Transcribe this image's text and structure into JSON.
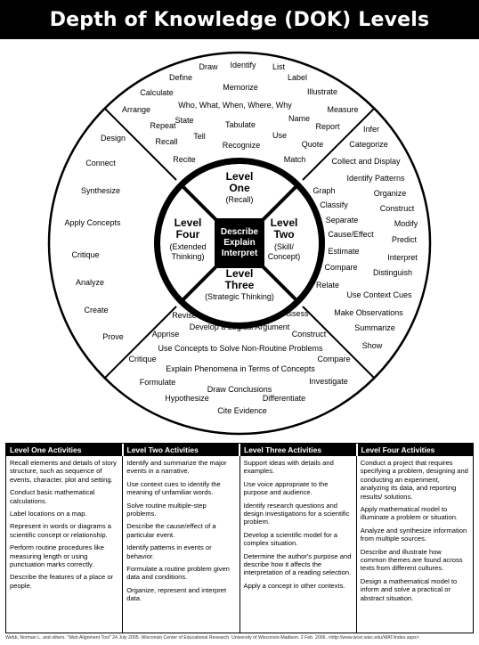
{
  "title": "Depth of Knowledge (DOK) Levels",
  "center": {
    "lines": [
      "Describe",
      "Explain",
      "Interpret"
    ]
  },
  "levels": [
    {
      "id": "one",
      "lines": [
        "Level",
        "One"
      ],
      "sub": [
        "(Recall)"
      ]
    },
    {
      "id": "two",
      "lines": [
        "Level",
        "Two"
      ],
      "sub": [
        "(Skill/",
        "Concept)"
      ]
    },
    {
      "id": "three",
      "lines": [
        "Level",
        "Three"
      ],
      "sub": [
        "(Strategic Thinking)"
      ]
    },
    {
      "id": "four",
      "lines": [
        "Level",
        "Four"
      ],
      "sub": [
        "(Extended",
        "Thinking)"
      ]
    }
  ],
  "verbs": {
    "one": [
      "Draw",
      "Identify",
      "List",
      "Define",
      "Memorize",
      "Label",
      "Calculate",
      "Illustrate",
      "Who, What, When, Where, Why",
      "Arrange",
      "Measure",
      "Repeat",
      "State",
      "Tabulate",
      "Name",
      "Report",
      "Recall",
      "Tell",
      "Use",
      "Quote",
      "Recognize",
      "Recite",
      "Match"
    ],
    "two": [
      "Infer",
      "Categorize",
      "Collect and Display",
      "Identify Patterns",
      "Graph",
      "Organize",
      "Classify",
      "Construct",
      "Separate",
      "Modify",
      "Cause/Effect",
      "Predict",
      "Estimate",
      "Interpret",
      "Compare",
      "Distinguish",
      "Relate",
      "Use Context Cues",
      "Make Observations",
      "Summarize",
      "Show"
    ],
    "three": [
      "Revise",
      "Assess",
      "Develop a Logical Argument",
      "Apprise",
      "Construct",
      "Use Concepts to Solve Non-Routine Problems",
      "Critique",
      "Compare",
      "Explain Phenomena in Terms of Concepts",
      "Formulate",
      "Investigate",
      "Draw Conclusions",
      "Hypothesize",
      "Differentiate",
      "Cite Evidence"
    ],
    "four": [
      "Design",
      "Connect",
      "Synthesize",
      "Apply Concepts",
      "Critique",
      "Analyze",
      "Create",
      "Prove"
    ]
  },
  "table": {
    "headers": [
      "Level One Activities",
      "Level Two Activities",
      "Level Three Activities",
      "Level Four Activities"
    ],
    "columns": [
      [
        "Recall elements and details of story structure, such as sequence of events, character, plot and setting.",
        "Conduct basic mathematical calculations.",
        "Label locations on a map.",
        "Represent in words or diagrams a scientific concept or relationship.",
        "Perform routine procedures like measuring length or using punctuation marks correctly.",
        "Describe the features of a place or people."
      ],
      [
        "Identify and summarize the major events in a narrative.",
        "Use context cues to identify the meaning of unfamiliar words.",
        "Solve routine multiple-step problems.",
        "Describe the cause/effect of a particular event.",
        "Identify patterns in events or behavior.",
        "Formulate a routine problem given data and conditions.",
        "Organize, represent and interpret data."
      ],
      [
        "Support ideas with details and examples.",
        "Use voice appropriate to the purpose and audience.",
        "Identify research questions and design investigations for a scientific problem.",
        "Develop a scientific model for a complex situation.",
        "Determine the author's purpose and describe how it affects the interpretation of a reading selection.",
        "Apply a concept in other contexts."
      ],
      [
        "Conduct a project that requires specifying a problem, designing and conducting an experiment, analyzing its data, and reporting results/ solutions.",
        "Apply mathematical model to illuminate a problem or situation.",
        "Analyze and synthesize information from multiple sources.",
        "Describe and illustrate how common themes are found across texts from different cultures.",
        "Design a mathematical model to inform and solve a practical or abstract situation."
      ]
    ]
  },
  "citation": "Webb, Norman L. and others. \"Web Alignment Tool\" 24 July 2005. Wisconsin Center of Educational Research. University of Wisconsin-Madison. 2 Feb. 2006. <http://www.wcer.wisc.edu/WAT/index.aspx>"
}
